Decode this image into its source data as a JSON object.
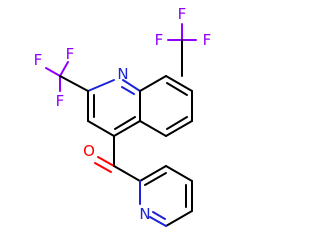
{
  "molecule": {
    "atoms": [
      {
        "id": "F1",
        "symbol": "F",
        "color": "#9000ff"
      },
      {
        "id": "F2",
        "symbol": "F",
        "color": "#9000ff"
      },
      {
        "id": "F3",
        "symbol": "F",
        "color": "#9000ff"
      },
      {
        "id": "F4",
        "symbol": "F",
        "color": "#9000ff"
      },
      {
        "id": "F5",
        "symbol": "F",
        "color": "#9000ff"
      },
      {
        "id": "F6",
        "symbol": "F",
        "color": "#9000ff"
      },
      {
        "id": "N1",
        "symbol": "N",
        "color": "#1a24d6"
      },
      {
        "id": "N2",
        "symbol": "N",
        "color": "#1a24d6"
      },
      {
        "id": "O1",
        "symbol": "O",
        "color": "#ff0000"
      }
    ]
  }
}
